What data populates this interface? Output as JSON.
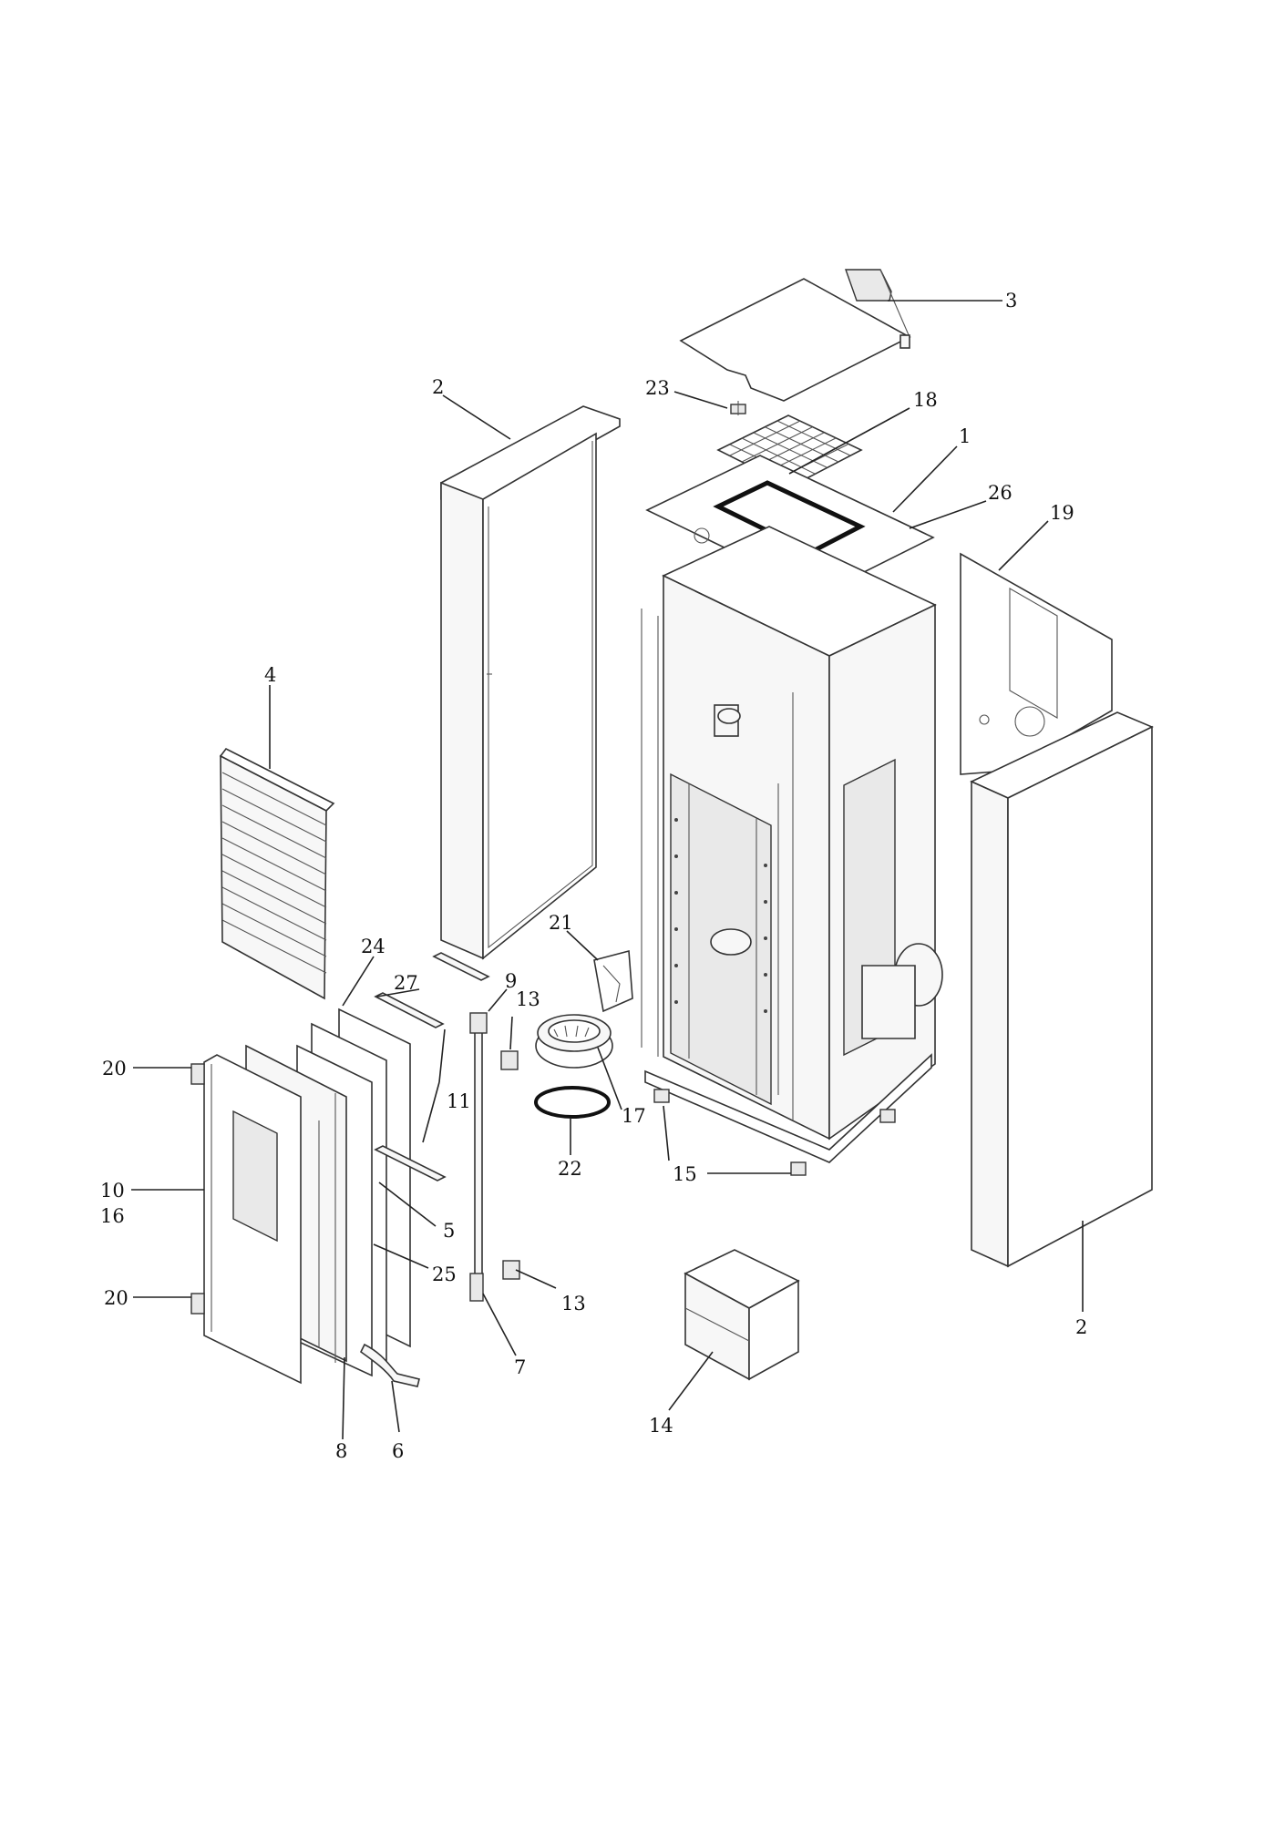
{
  "callouts": [
    {
      "id": "c1",
      "text": "1"
    },
    {
      "id": "c2a",
      "text": "2"
    },
    {
      "id": "c2b",
      "text": "2"
    },
    {
      "id": "c3",
      "text": "3"
    },
    {
      "id": "c4",
      "text": "4"
    },
    {
      "id": "c5",
      "text": "5"
    },
    {
      "id": "c6",
      "text": "6"
    },
    {
      "id": "c7",
      "text": "7"
    },
    {
      "id": "c8",
      "text": "8"
    },
    {
      "id": "c9",
      "text": "9"
    },
    {
      "id": "c10",
      "text": "10"
    },
    {
      "id": "c11",
      "text": "11"
    },
    {
      "id": "c13a",
      "text": "13"
    },
    {
      "id": "c13b",
      "text": "13"
    },
    {
      "id": "c14",
      "text": "14"
    },
    {
      "id": "c15",
      "text": "15"
    },
    {
      "id": "c16",
      "text": "16"
    },
    {
      "id": "c17",
      "text": "17"
    },
    {
      "id": "c18",
      "text": "18"
    },
    {
      "id": "c19",
      "text": "19"
    },
    {
      "id": "c20a",
      "text": "20"
    },
    {
      "id": "c20b",
      "text": "20"
    },
    {
      "id": "c21",
      "text": "21"
    },
    {
      "id": "c22",
      "text": "22"
    },
    {
      "id": "c23",
      "text": "23"
    },
    {
      "id": "c24",
      "text": "24"
    },
    {
      "id": "c25",
      "text": "25"
    },
    {
      "id": "c26",
      "text": "26"
    },
    {
      "id": "c27",
      "text": "27"
    }
  ],
  "colors": {
    "line": "#333333",
    "background": "#ffffff",
    "panel_fill": "#f7f7f7"
  }
}
